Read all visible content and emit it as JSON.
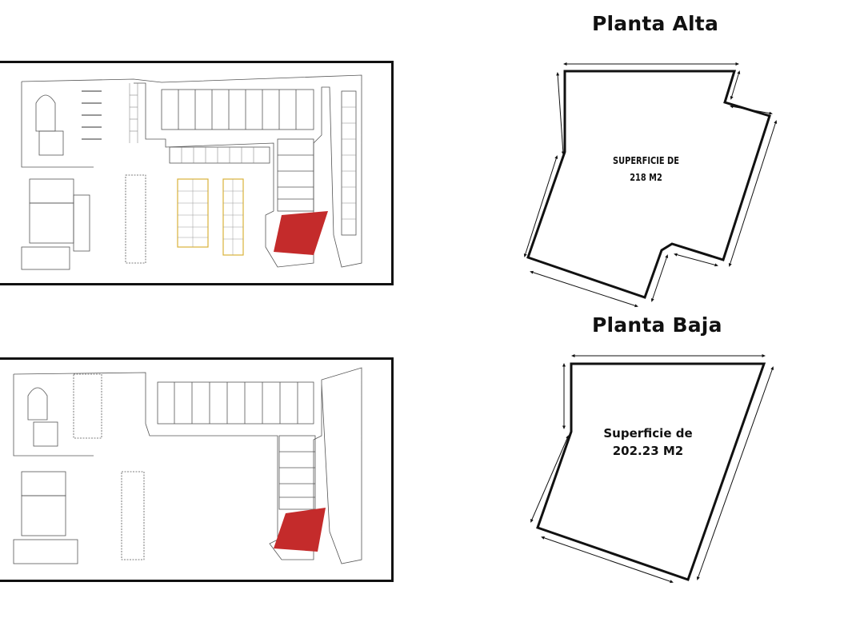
{
  "headings": {
    "upper_floor": "Planta Alta",
    "ground_floor": "Planta Baja"
  },
  "area_labels": {
    "upper_floor": {
      "line1": "SUPERFICIE DE",
      "line2": "218 M2"
    },
    "ground_floor": {
      "line1": "Superficie de",
      "line2": "202.23 M2"
    }
  },
  "colors": {
    "highlight": "#c42b2b",
    "outline": "#111111",
    "plan_line": "#555555",
    "parking_accent": "#d9b23a"
  }
}
